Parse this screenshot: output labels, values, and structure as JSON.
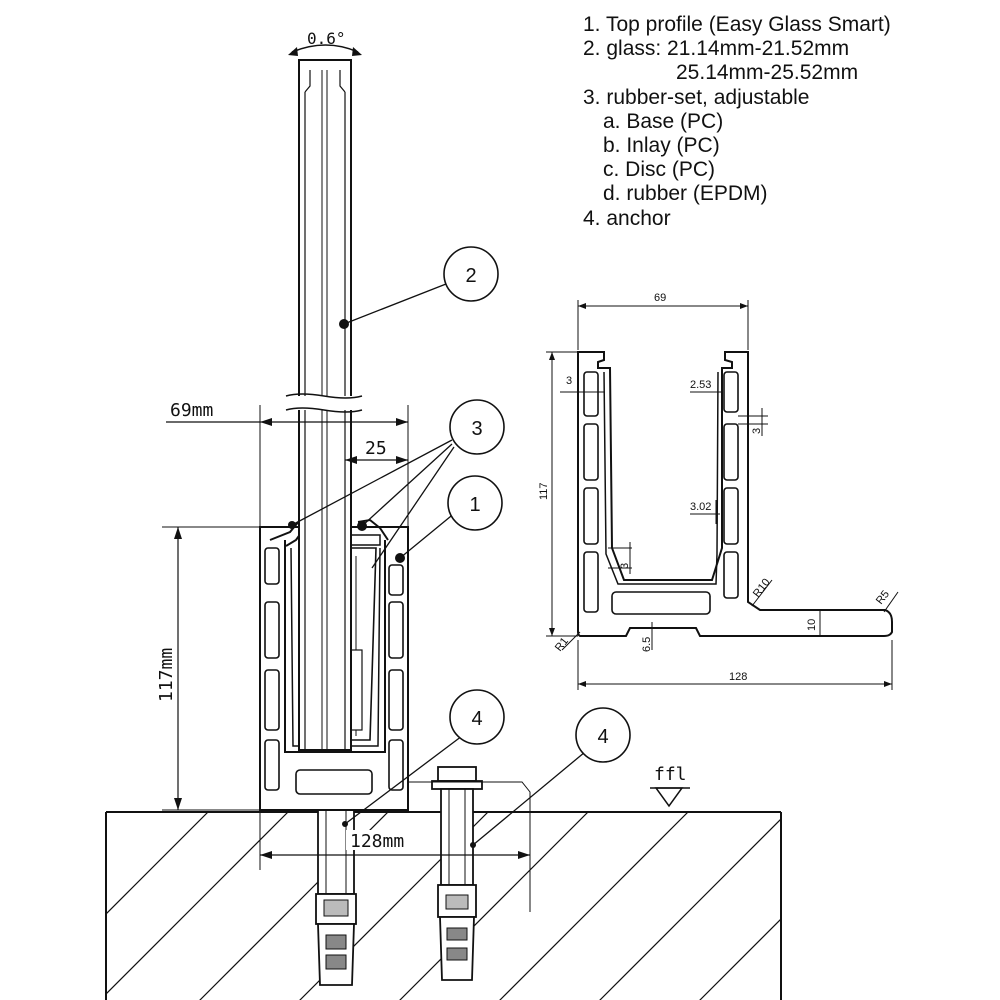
{
  "legend": {
    "item1": "1. Top profile (Easy Glass Smart)",
    "item2_line1": "2. glass: 21.14mm-21.52mm",
    "item2_line2": "25.14mm-25.52mm",
    "item3": "3. rubber-set, adjustable",
    "item3a": "a. Base (PC)",
    "item3b": "b. Inlay (PC)",
    "item3c": "c. Disc (PC)",
    "item3d": "d. rubber (EPDM)",
    "item4": "4. anchor"
  },
  "main_drawing": {
    "angle": "0.6°",
    "width_dim": "69mm",
    "glass_offset_dim": "25",
    "height_dim": "117mm",
    "base_dim": "128mm",
    "floor_label": "ffl",
    "callouts": [
      "2",
      "3",
      "1",
      "4",
      "4"
    ]
  },
  "profile_section": {
    "top_width": "69",
    "height": "117",
    "bottom_width": "128",
    "wall_left": "3",
    "dim_253": "2.53",
    "dim_3_right": "3",
    "dim_302": "3.02",
    "dim_3_inner": "3",
    "radius_r10": "R10",
    "radius_r5": "R5",
    "radius_r1": "R1",
    "flange": "10",
    "bottom_slot": "6.5"
  }
}
